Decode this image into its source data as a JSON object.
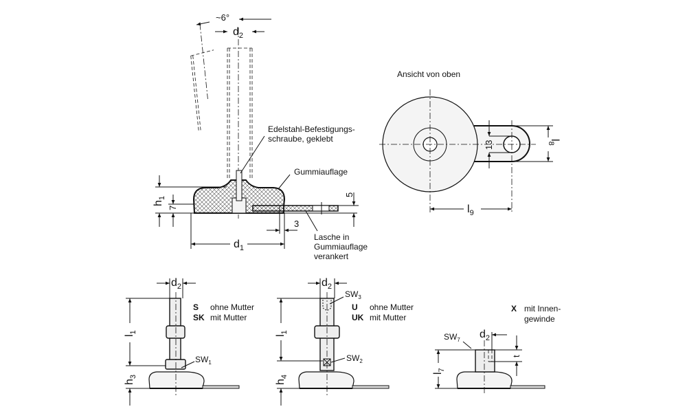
{
  "main_view": {
    "angle_label": "~6°",
    "d2_label": "d",
    "d2_sub": "2",
    "screw_note_line1": "Edelstahl-Befestigungs-",
    "screw_note_line2": "schraube, geklebt",
    "rubber_note": "Gummiauflage",
    "h1_label": "h",
    "h1_sub": "1",
    "dim_7": "7",
    "dim_5": "5",
    "dim_3": "3",
    "d1_label": "d",
    "d1_sub": "1",
    "tab_note_line1": "Lasche in",
    "tab_note_line2": "Gummiauflage",
    "tab_note_line3": "verankert"
  },
  "top_view": {
    "title": "Ansicht von oben",
    "dim_13": "13",
    "l8_label": "l",
    "l8_sub": "8",
    "l9_label": "l",
    "l9_sub": "9"
  },
  "variant_s": {
    "d2_label": "d",
    "d2_sub": "2",
    "l1_label": "l",
    "l1_sub": "1",
    "h3_label": "h",
    "h3_sub": "3",
    "sw_label": "SW",
    "sw_sub": "1",
    "code1": "S",
    "desc1": "ohne Mutter",
    "code2": "SK",
    "desc2": "mit Mutter"
  },
  "variant_u": {
    "d2_label": "d",
    "d2_sub": "2",
    "l1_label": "l",
    "l1_sub": "1",
    "h4_label": "h",
    "h4_sub": "4",
    "sw3_label": "SW",
    "sw3_sub": "3",
    "sw2_label": "SW",
    "sw2_sub": "2",
    "code1": "U",
    "desc1": "ohne Mutter",
    "code2": "UK",
    "desc2": "mit Mutter"
  },
  "variant_x": {
    "d2_label": "d",
    "d2_sub": "2",
    "l7_label": "l",
    "l7_sub": "7",
    "t_label": "t",
    "sw7_label": "SW",
    "sw7_sub": "7",
    "code": "X",
    "desc_line1": "mit Innen-",
    "desc_line2": "gewinde"
  }
}
